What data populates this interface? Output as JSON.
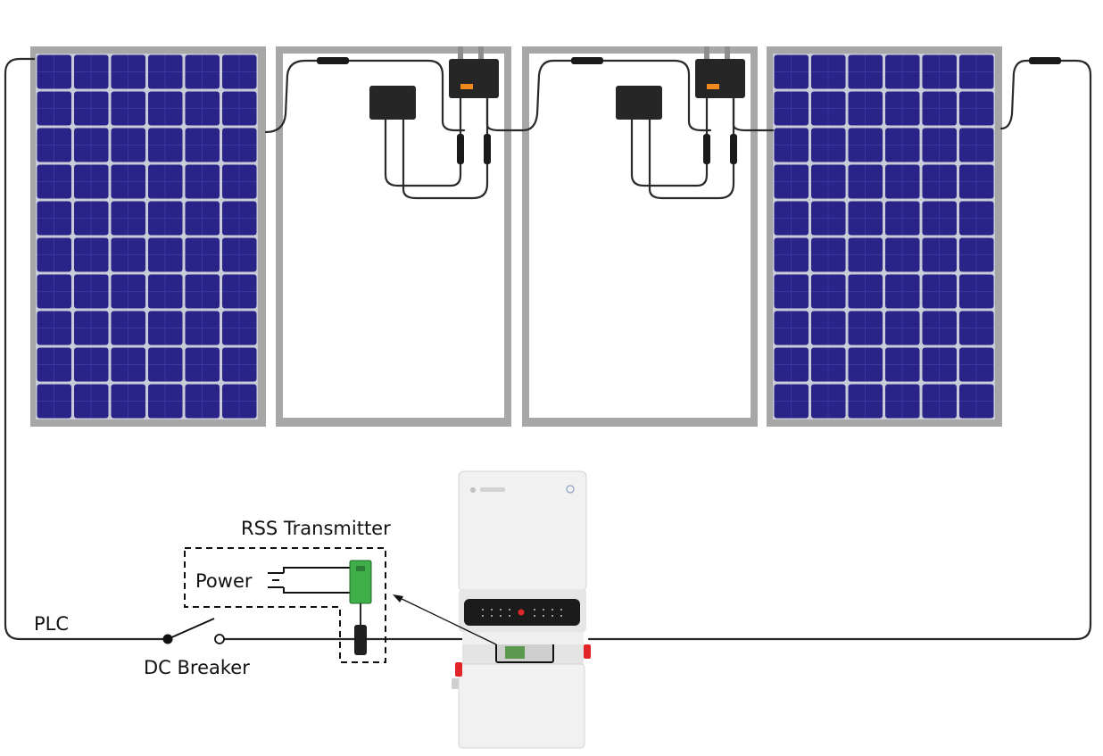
{
  "labels": {
    "rss_transmitter": "RSS Transmitter",
    "power": "Power",
    "plc": "PLC",
    "dc_breaker": "DC Breaker"
  },
  "colors": {
    "cell": "#2a2488",
    "cell_grid": "#c9ccd8",
    "frame": "#a7a7a7",
    "wire": "#2a2a2a",
    "transmitter_board": "#3fae48",
    "inverter_body": "#f1f1f1",
    "inverter_panel": "#1b1b1b",
    "inverter_switch": "#e0242a"
  },
  "icons": [
    "solar-panel-front-icon",
    "solar-panel-back-icon",
    "junction-box-icon",
    "inverter-icon",
    "battery-symbol-icon",
    "switch-symbol-icon"
  ]
}
